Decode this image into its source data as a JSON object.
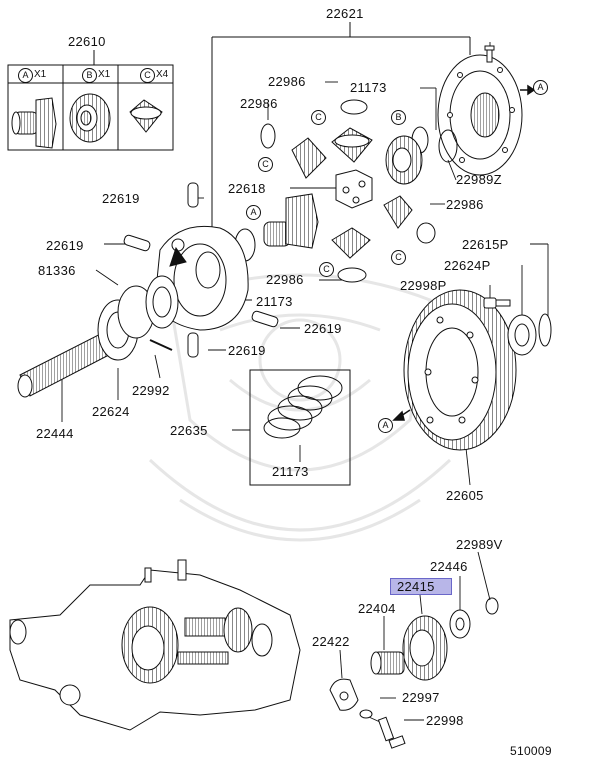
{
  "diagram_id": "510009",
  "watermark_icon": "mitsubishi-style-crest",
  "colors": {
    "line": "#111111",
    "highlight_fill": "#b8b6e8",
    "highlight_border": "#6a67c9",
    "watermark": "#e8e8e8"
  },
  "kit": {
    "part_number": "22610",
    "items": [
      {
        "letter": "A",
        "qty": "X1"
      },
      {
        "letter": "B",
        "qty": "X1"
      },
      {
        "letter": "C",
        "qty": "X4"
      }
    ]
  },
  "parts": {
    "p22621": "22621",
    "p22986_a": "22986",
    "p22986_b": "22986",
    "p22986_c": "22986",
    "p22986_d": "22986",
    "p21173_a": "21173",
    "p21173_b": "21173",
    "p21173_c": "21173",
    "p22989z": "22989Z",
    "p22618": "22618",
    "p22619_a": "22619",
    "p22619_b": "22619",
    "p22619_c": "22619",
    "p22619_d": "22619",
    "p81336": "81336",
    "p22615p": "22615P",
    "p22624p": "22624P",
    "p22998p": "22998P",
    "p22992": "22992",
    "p22624": "22624",
    "p22444": "22444",
    "p22635": "22635",
    "p22605": "22605",
    "p22989v": "22989V",
    "p22446": "22446",
    "p22415": "22415",
    "p22404": "22404",
    "p22422": "22422",
    "p22997": "22997",
    "p22998": "22998"
  },
  "refs": {
    "A": "A",
    "B": "B",
    "C": "C"
  }
}
